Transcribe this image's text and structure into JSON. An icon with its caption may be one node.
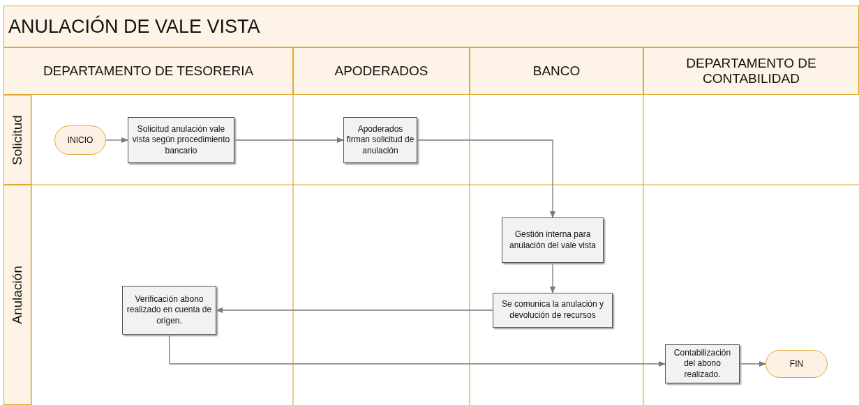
{
  "diagram": {
    "nodes": [
      {
        "text": [
          "ANULACIÓN DE VALE VISTA"
        ]
      },
      {
        "text": [
          "DEPARTAMENTO DE TESORERIA"
        ]
      },
      {
        "text": [
          "APODERADOS"
        ]
      },
      {
        "text": [
          "BANCO"
        ]
      },
      {
        "text": [
          "DEPARTAMENTO DE CONTABILIDAD"
        ]
      },
      {
        "text": [
          "Solicitud"
        ]
      },
      {
        "text": [
          "Anulación"
        ]
      },
      {
        "text": [
          "INICIO"
        ]
      },
      {
        "text": [
          "Solicitud anulación vale vista según procedimiento bancario"
        ]
      },
      {
        "text": [
          "Apoderados firman solicitud de anulación"
        ]
      },
      {
        "text": [
          "Gestión interna para anulación del vale vista"
        ]
      },
      {
        "text": [
          "Se comunica la anulación y devolución de recursos"
        ]
      },
      {
        "text": [
          "Verificación abono realizado en cuenta de origen."
        ]
      },
      {
        "text": [
          "Contabilización del abono realizado."
        ]
      },
      {
        "text": [
          "FIN"
        ]
      }
    ],
    "edges": [
      {
        "from": 7,
        "to": 8,
        "arrow": "to"
      },
      {
        "from": 8,
        "to": 9,
        "arrow": "to"
      },
      {
        "from": 9,
        "to": 10,
        "arrow": "to"
      },
      {
        "from": 10,
        "to": 11,
        "arrow": "to"
      },
      {
        "from": 11,
        "to": 12,
        "arrow": "to"
      },
      {
        "from": 12,
        "to": 13,
        "arrow": "to"
      },
      {
        "from": 13,
        "to": 14,
        "arrow": "to"
      }
    ]
  }
}
